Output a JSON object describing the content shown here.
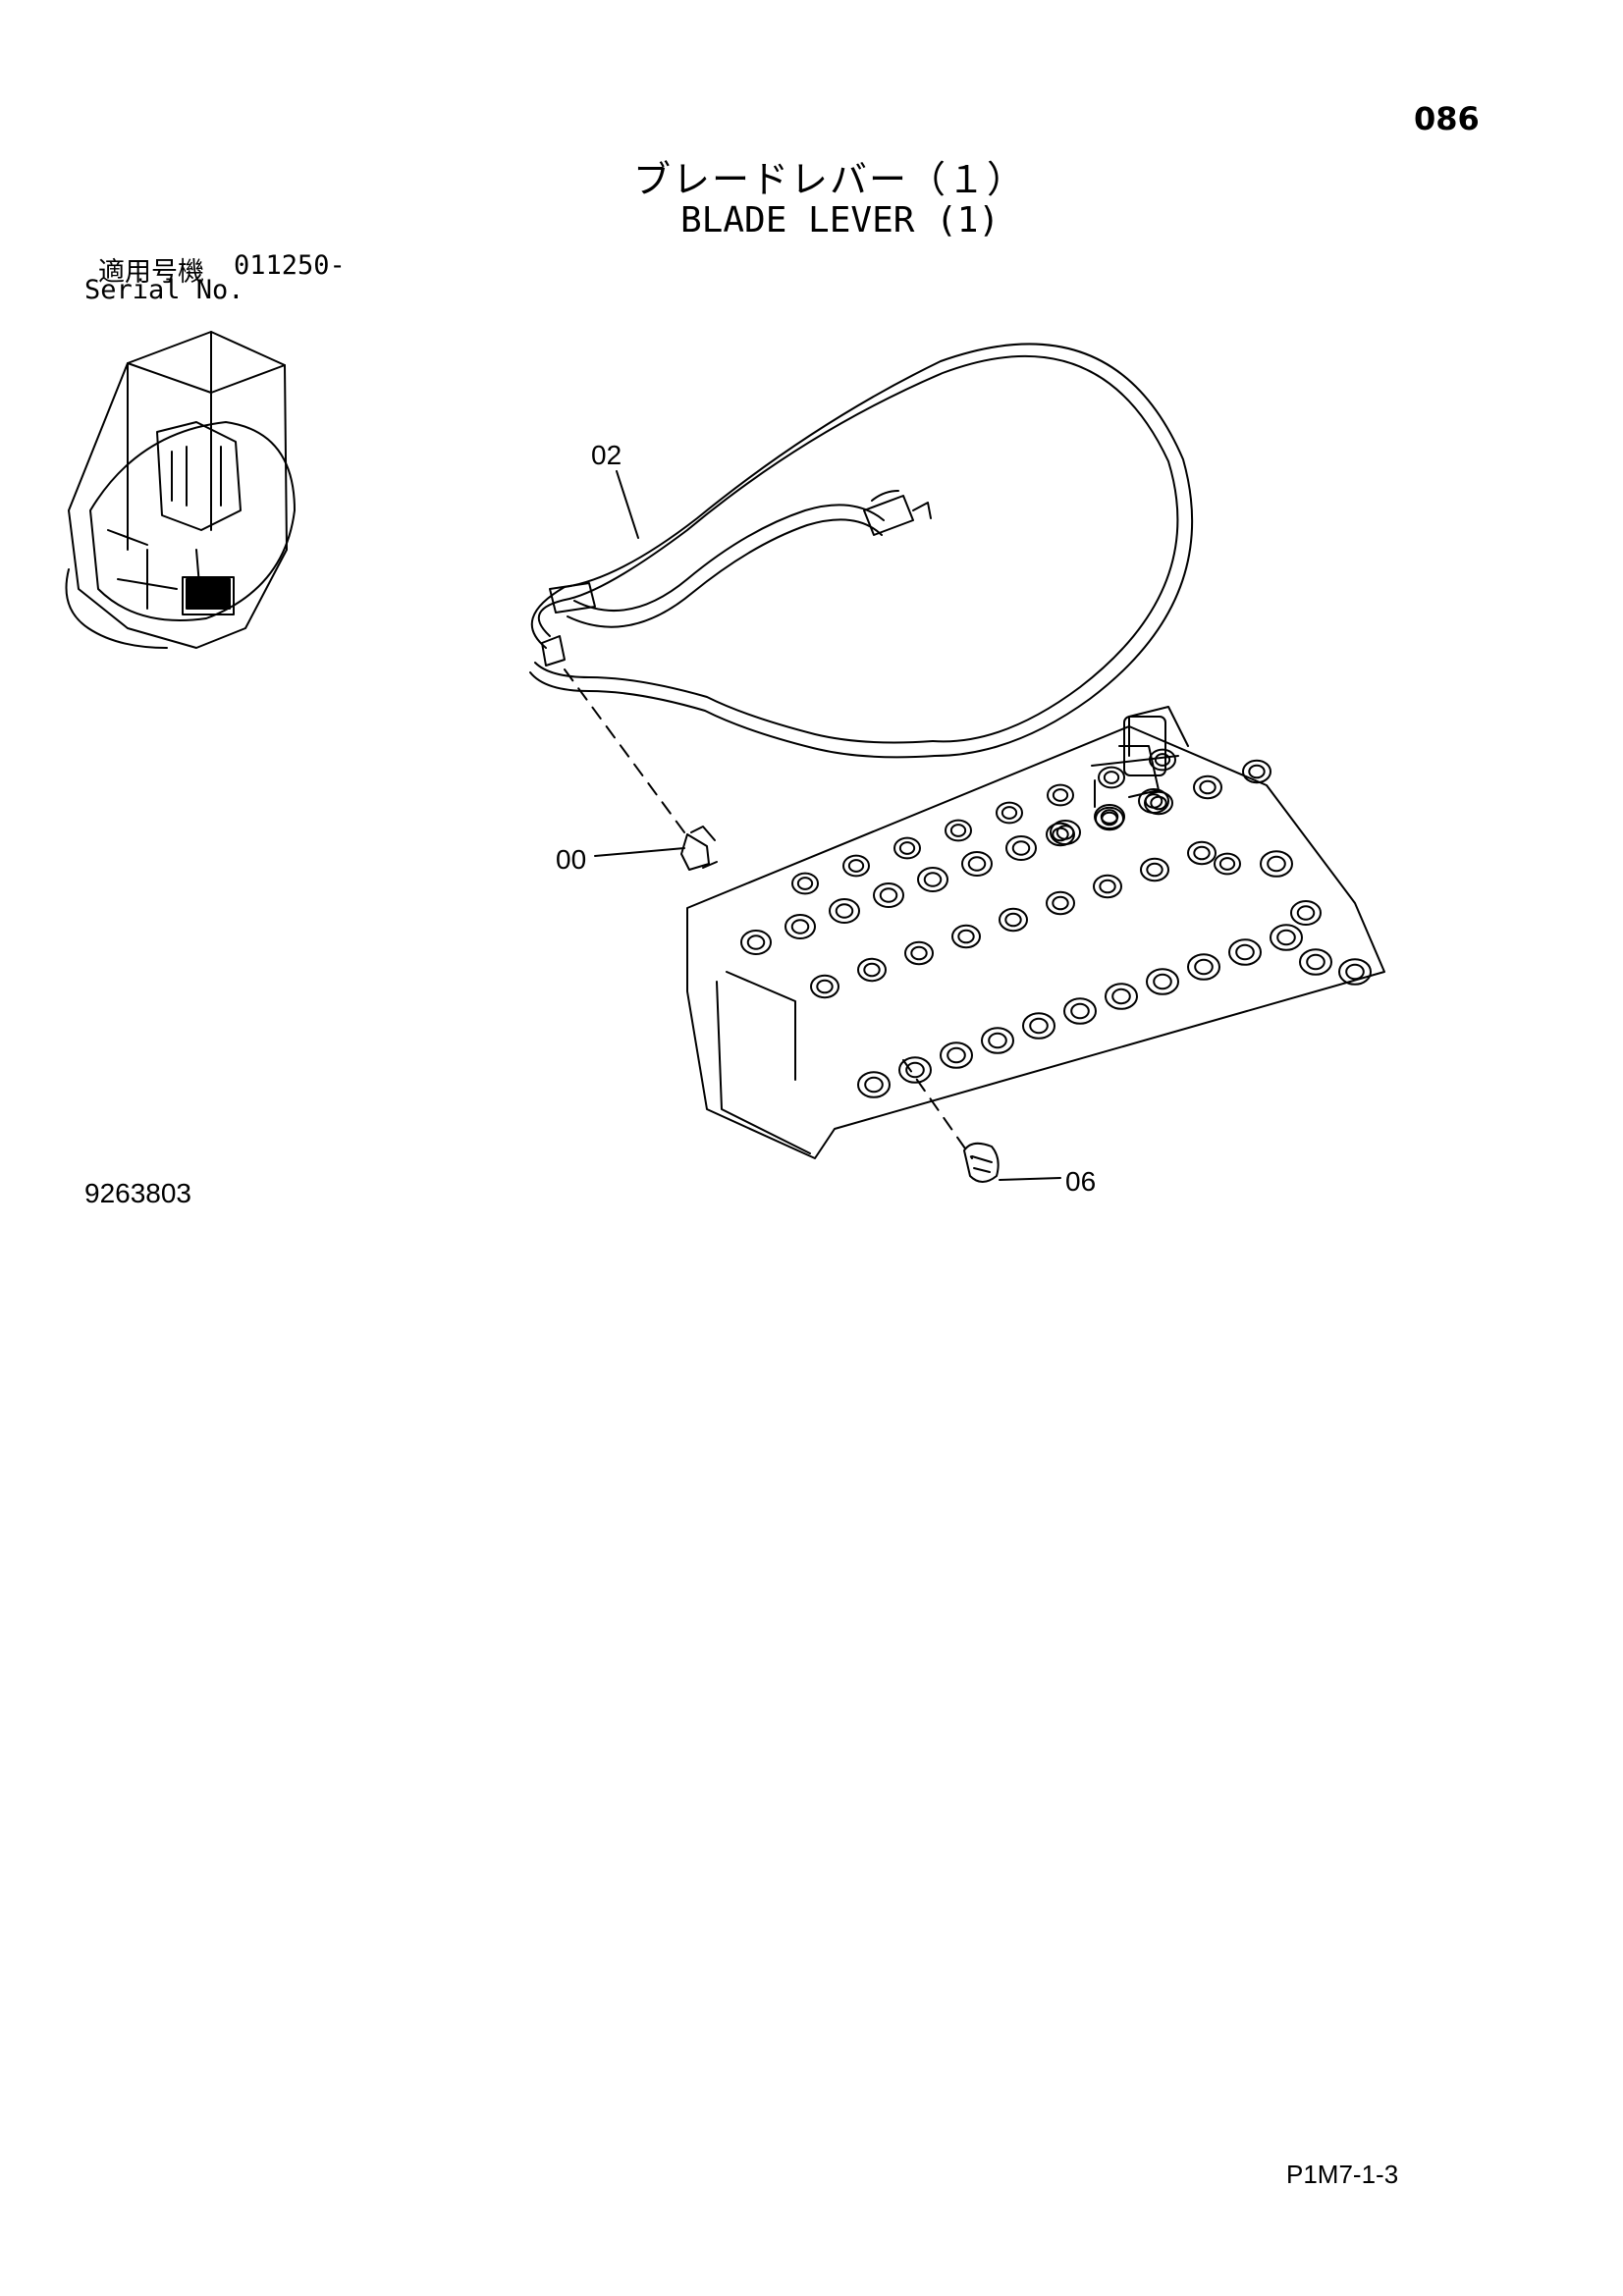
{
  "page": {
    "number": "086",
    "code": "P1M7-1-3"
  },
  "title": {
    "japanese": "ブレードレバー（１）",
    "english": "BLADE LEVER (1)"
  },
  "serial": {
    "label_japanese": "適用号機",
    "range": "011250-",
    "label_english": "Serial No."
  },
  "drawing_number": "9263803",
  "callouts": [
    "02",
    "00",
    "06"
  ]
}
